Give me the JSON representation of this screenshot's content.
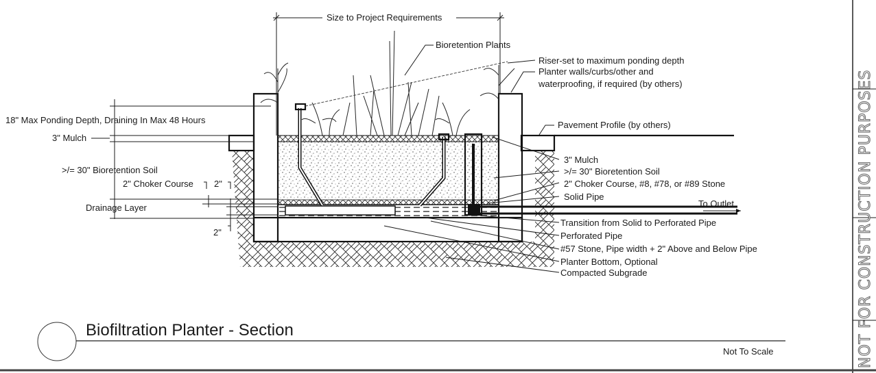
{
  "drawing": {
    "title": "Biofiltration Planter - Section",
    "scale_note": "Not To Scale",
    "stamp": "NOT FOR CONSTRUCTION PURPOSES",
    "top_dimension": "Size to Project Requirements",
    "left_callouts": {
      "ponding": "18\" Max Ponding Depth, Draining In Max 48 Hours",
      "mulch": "3\" Mulch",
      "soil": ">/= 30\" Bioretention Soil",
      "choker": "2\" Choker Course",
      "choker_dim": "2\"",
      "drainage": "Drainage Layer",
      "bottom_dim": "2\""
    },
    "right_callouts": [
      "Bioretention Plants",
      "Riser-set to maximum ponding depth",
      "Planter walls/curbs/other and",
      "waterproofing, if required (by others)",
      "Pavement Profile (by others)",
      "3\" Mulch",
      ">/= 30\" Bioretention Soil",
      "2\" Choker Course, #8, #78, or #89 Stone",
      "Solid Pipe",
      "To Outlet",
      "Transition from Solid to Perforated Pipe",
      "Perforated Pipe",
      "#57 Stone, Pipe width + 2\" Above and Below Pipe",
      "Planter Bottom, Optional",
      "Compacted Subgrade"
    ]
  }
}
